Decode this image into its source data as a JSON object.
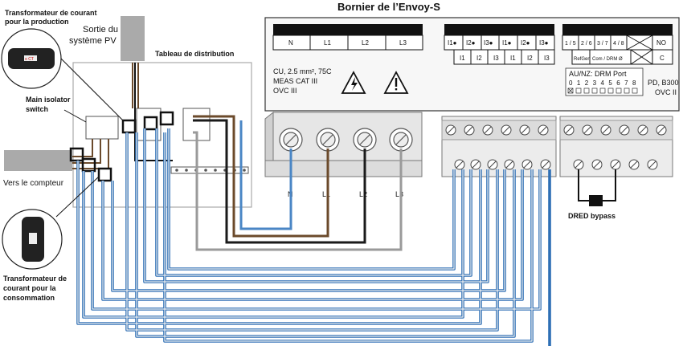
{
  "diagram": {
    "title": "Bornier de l’Envoy-S",
    "ct_production_label": [
      "Transformateur de courant",
      "pour la production"
    ],
    "pv_output_label": [
      "Sortie du",
      "système PV"
    ],
    "panel_label": "Tableau de distribution",
    "isolator_label": [
      "Main isolator",
      "switch"
    ],
    "meter_label": "Vers le compteur",
    "ct_consumption_label": [
      "Transformateur de",
      "courant pour la",
      "consommation"
    ],
    "dred_label": "DRED bypass",
    "ct_device_text": "≡ CT",
    "power_headers": [
      "N",
      "L1",
      "L2",
      "L3"
    ],
    "power_specs": [
      "CU, 2.5 mm², 75C",
      "MEAS CAT III",
      "OVC III"
    ],
    "ct_top_cells": [
      "I1●",
      "I2●",
      "I3●",
      "I1●",
      "I2●",
      "I3●"
    ],
    "ct_bottom_cells": [
      "I1",
      "I2",
      "I3",
      "I1",
      "I2",
      "I3"
    ],
    "dred_top_cells": [
      "1 / 5",
      "2 / 6",
      "3 / 7",
      "4 / 8",
      "NO"
    ],
    "dred_bottom_cells": [
      "RefGen",
      "Com / DRM Ø",
      "C"
    ],
    "drm_port_title": "AU/NZ: DRM Port",
    "drm_port_numbers": "0 1 2 3 4 5 6 7 8",
    "pd_label": [
      "PD, B300",
      "OVC II"
    ],
    "terminal_labels": [
      "N",
      "L1",
      "L2",
      "L3"
    ],
    "colors": {
      "neutral_wire": "#4a86c5",
      "l1_wire": "#6b4a2b",
      "l2_wire": "#1a1a1a",
      "l3_wire": "#9a9a9a",
      "ct_wire_outer": "#2e6fb5",
      "ct_wire_inner": "#f0f0f0"
    }
  }
}
